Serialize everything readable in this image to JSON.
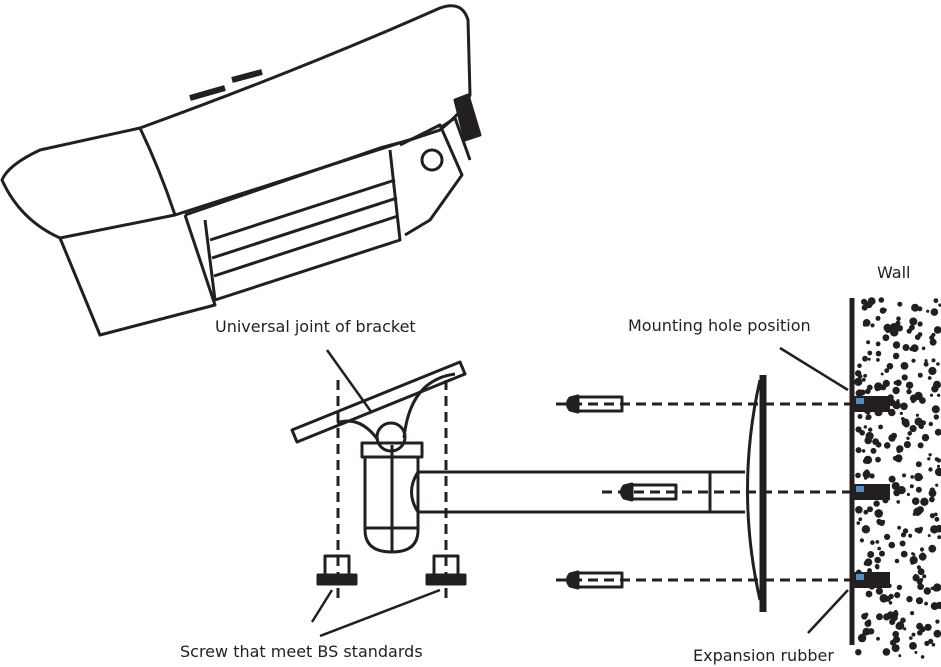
{
  "labels": {
    "wall": "Wall",
    "mounting_hole": "Mounting hole position",
    "universal_joint": "Universal joint of bracket",
    "screw": "Screw that meet BS standards",
    "expansion_rubber": "Expansion rubber"
  },
  "colors": {
    "ink": "#231f20",
    "rubber": "#4a90c8"
  }
}
